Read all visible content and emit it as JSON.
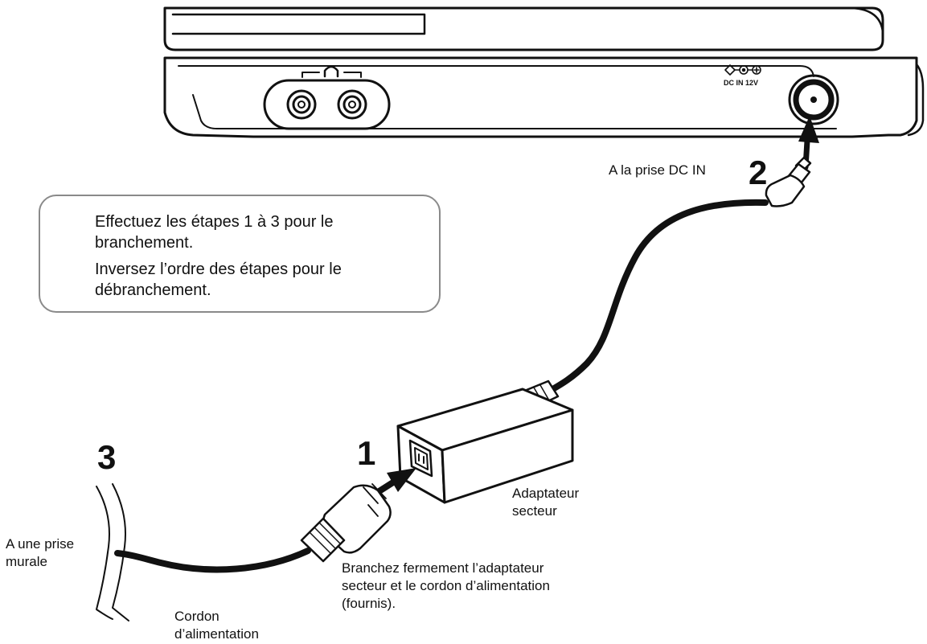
{
  "note": {
    "lines": [
      "Effectuez les étapes 1 à 3 pour le",
      "branchement.",
      "Inversez l’ordre des étapes pour le",
      "débranchement."
    ]
  },
  "steps": {
    "one": "1",
    "two": "2",
    "three": "3"
  },
  "labels": {
    "dc_in_target": "A la prise DC IN",
    "adapter": [
      "Adaptateur",
      "secteur"
    ],
    "wall_outlet": [
      "A une prise",
      "murale"
    ],
    "power_cord": [
      "Cordon",
      "d’alimentation"
    ],
    "instruction": [
      "Branchez fermement l’adaptateur",
      "secteur et le cordon d’alimentation",
      "(fournis)."
    ],
    "jack_marking": "DC IN 12V"
  },
  "icons": {
    "headphone": "headphone-icon",
    "polarity": "polarity-symbol-icon"
  }
}
